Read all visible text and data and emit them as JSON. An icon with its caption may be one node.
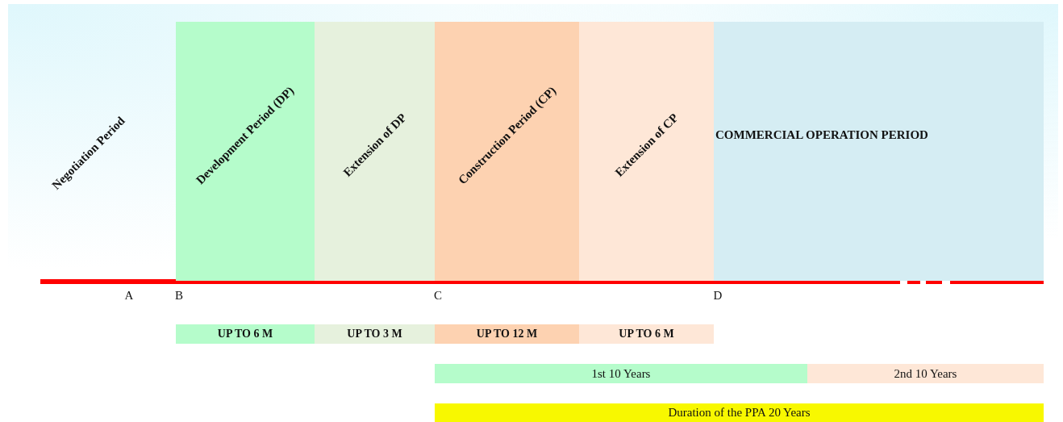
{
  "diagram": {
    "nodes": [
      {
        "text": [
          "Development Period (DP)"
        ]
      },
      {
        "text": [
          "Extension of DP"
        ]
      },
      {
        "text": [
          "Construction Period (CP)"
        ]
      },
      {
        "text": [
          "Extension of CP"
        ]
      },
      {
        "text": [
          "COMMERCIAL OPERATION PERIOD"
        ]
      },
      {
        "text": [
          "UP TO 6 M"
        ]
      },
      {
        "text": [
          "UP TO 3 M"
        ]
      },
      {
        "text": [
          "UP TO 12 M"
        ]
      },
      {
        "text": [
          "UP TO 6 M"
        ]
      },
      {
        "text": [
          "1st 10 Years"
        ]
      },
      {
        "text": [
          "2nd 10 Years"
        ]
      },
      {
        "text": [
          "Duration of the PPA 20 Years"
        ]
      }
    ],
    "labels": [
      "Negotiation Period",
      "A",
      "B",
      "C",
      "D"
    ]
  }
}
